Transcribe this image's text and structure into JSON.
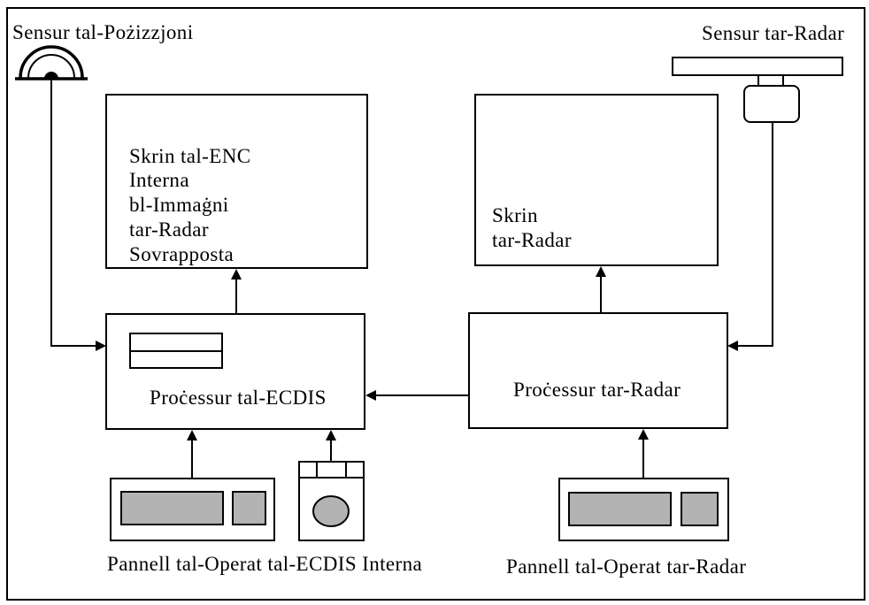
{
  "colors": {
    "line": "#000000",
    "background": "#ffffff",
    "control_fill": "#b3b3b3"
  },
  "position_sensor": {
    "label": "Sensur tal-Pożizzjoni",
    "icon": "antenna-dome-icon"
  },
  "radar_sensor": {
    "label": "Sensur tar-Radar",
    "icon": "radar-antenna-icon"
  },
  "enc_display": {
    "lines": [
      "Skrin tal-ENC",
      "Interna",
      "bl-Immaġni",
      "tar-Radar",
      "Sovrapposta"
    ]
  },
  "radar_display": {
    "lines": [
      "Skrin",
      "tar-Radar"
    ]
  },
  "ecdis_processor": {
    "label": "Proċessur tal-ECDIS"
  },
  "radar_processor": {
    "label": "Proċessur tar-Radar"
  },
  "ecdis_operator_panel": {
    "label": "Pannell tal-Operat tal-ECDIS Interna",
    "icons": [
      "keyboard-icon",
      "trackball-icon"
    ]
  },
  "radar_operator_panel": {
    "label": "Pannell tal-Operat tar-Radar",
    "icon": "keyboard-icon"
  }
}
